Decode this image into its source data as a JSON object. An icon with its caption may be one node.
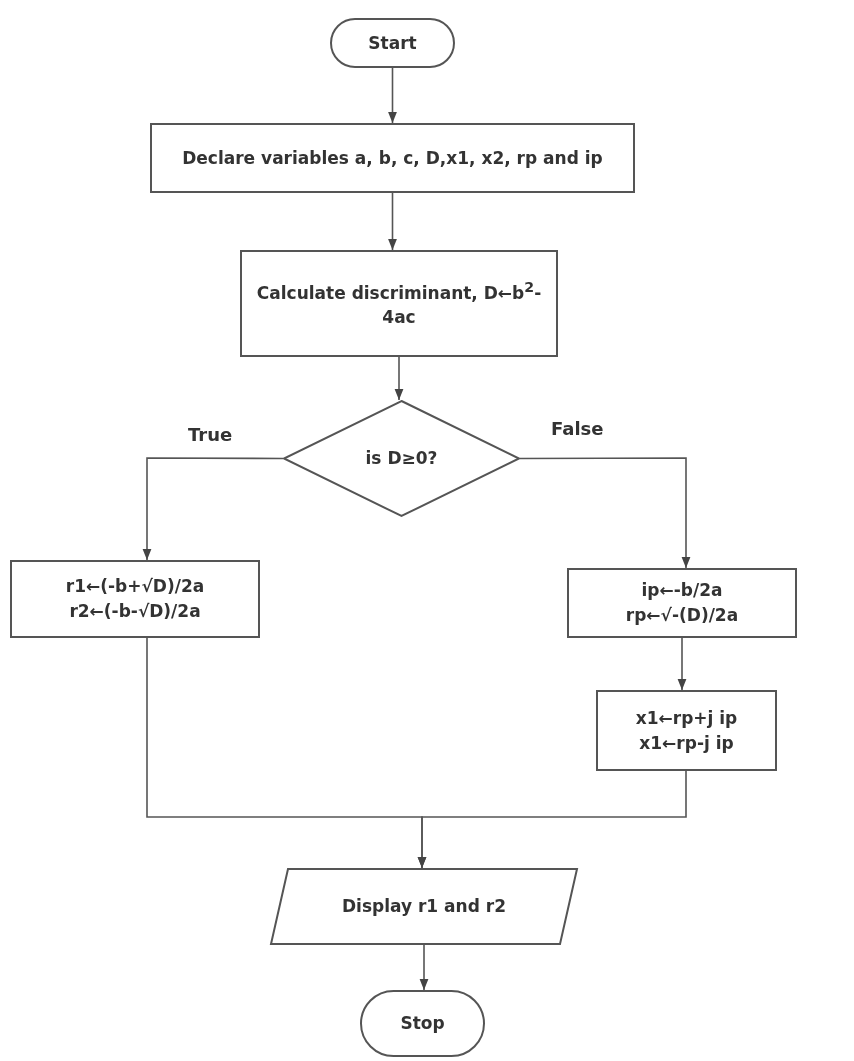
{
  "diagram": {
    "nodes": [
      {
        "text": [
          "Start"
        ]
      },
      {
        "text": [
          "Declare variables a, b, c, D,x1, x2, rp and ip"
        ]
      },
      {
        "text": [
          "Calculate discriminant, D←b$^{2}$-4ac"
        ]
      },
      {
        "text": [
          "is D≥0?"
        ]
      },
      {
        "text": [
          "r1←(-b+√D)/2a",
          "r2←(-b-√D)/2a"
        ]
      },
      {
        "text": [
          "ip←-b/2a",
          "rp←√-(D)/2a"
        ]
      },
      {
        "text": [
          "x1←rp+j ip",
          "x1←rp-j ip"
        ]
      },
      {
        "text": [
          "Display r1 and r2"
        ]
      },
      {
        "text": [
          "Stop"
        ]
      }
    ],
    "edges": [
      {
        "from": 0,
        "to": 1,
        "arrow": "to"
      },
      {
        "from": 1,
        "to": 2,
        "arrow": "to"
      },
      {
        "from": 2,
        "to": 3,
        "arrow": "to"
      },
      {
        "from": 3,
        "to": 4,
        "arrow": "to",
        "label": "True"
      },
      {
        "from": 3,
        "to": 5,
        "arrow": "to",
        "label": "False"
      },
      {
        "from": 5,
        "to": 6,
        "arrow": "to"
      },
      {
        "from": 4,
        "to": 7,
        "arrow": "to"
      },
      {
        "from": 6,
        "to": 7,
        "arrow": "to"
      },
      {
        "from": 7,
        "to": 8,
        "arrow": "to"
      }
    ]
  }
}
